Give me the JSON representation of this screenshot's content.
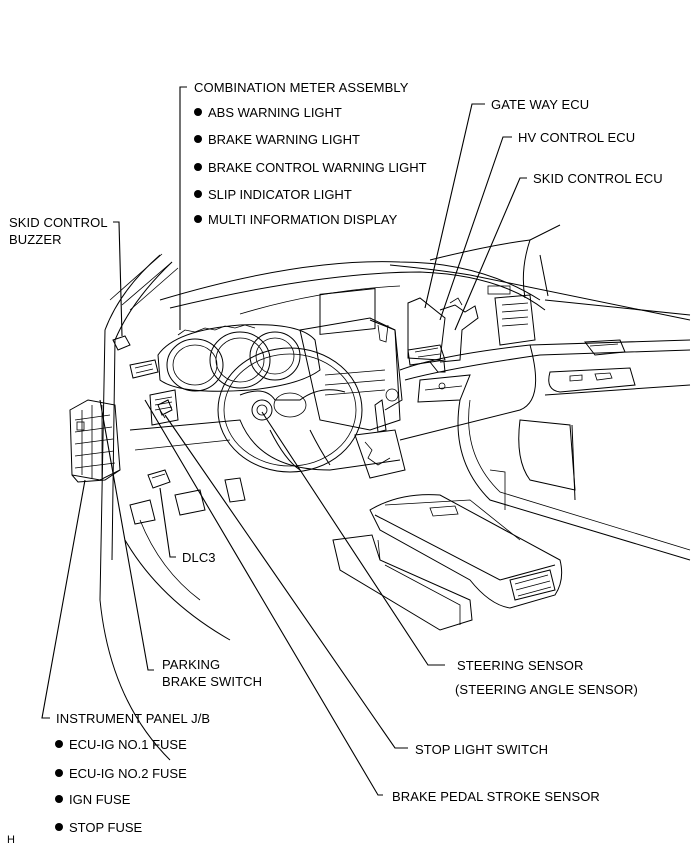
{
  "diagram": {
    "title": "Brake control system parts location",
    "figure_code": "H",
    "callouts": {
      "combination_meter": {
        "label": "COMBINATION METER ASSEMBLY",
        "items": [
          "ABS WARNING LIGHT",
          "BRAKE WARNING LIGHT",
          "BRAKE CONTROL WARNING LIGHT",
          "SLIP INDICATOR LIGHT",
          "MULTI INFORMATION DISPLAY"
        ]
      },
      "gateway_ecu": {
        "label": "GATE WAY ECU"
      },
      "hv_control_ecu": {
        "label": "HV CONTROL ECU"
      },
      "skid_control_ecu": {
        "label": "SKID CONTROL ECU"
      },
      "skid_control_buzzer": {
        "line1": "SKID CONTROL",
        "line2": "BUZZER"
      },
      "dlc3": {
        "label": "DLC3"
      },
      "parking_brake_switch": {
        "line1": "PARKING",
        "line2": "BRAKE SWITCH"
      },
      "steering_sensor": {
        "line1": "STEERING SENSOR",
        "line2": "(STEERING ANGLE SENSOR)"
      },
      "stop_light_switch": {
        "label": "STOP LIGHT SWITCH"
      },
      "brake_pedal_stroke_sensor": {
        "label": "BRAKE PEDAL STROKE SENSOR"
      },
      "instrument_panel_jb": {
        "label": "INSTRUMENT PANEL J/B",
        "items": [
          "ECU-IG NO.1 FUSE",
          "ECU-IG NO.2 FUSE",
          "IGN FUSE",
          "STOP FUSE"
        ]
      }
    }
  }
}
